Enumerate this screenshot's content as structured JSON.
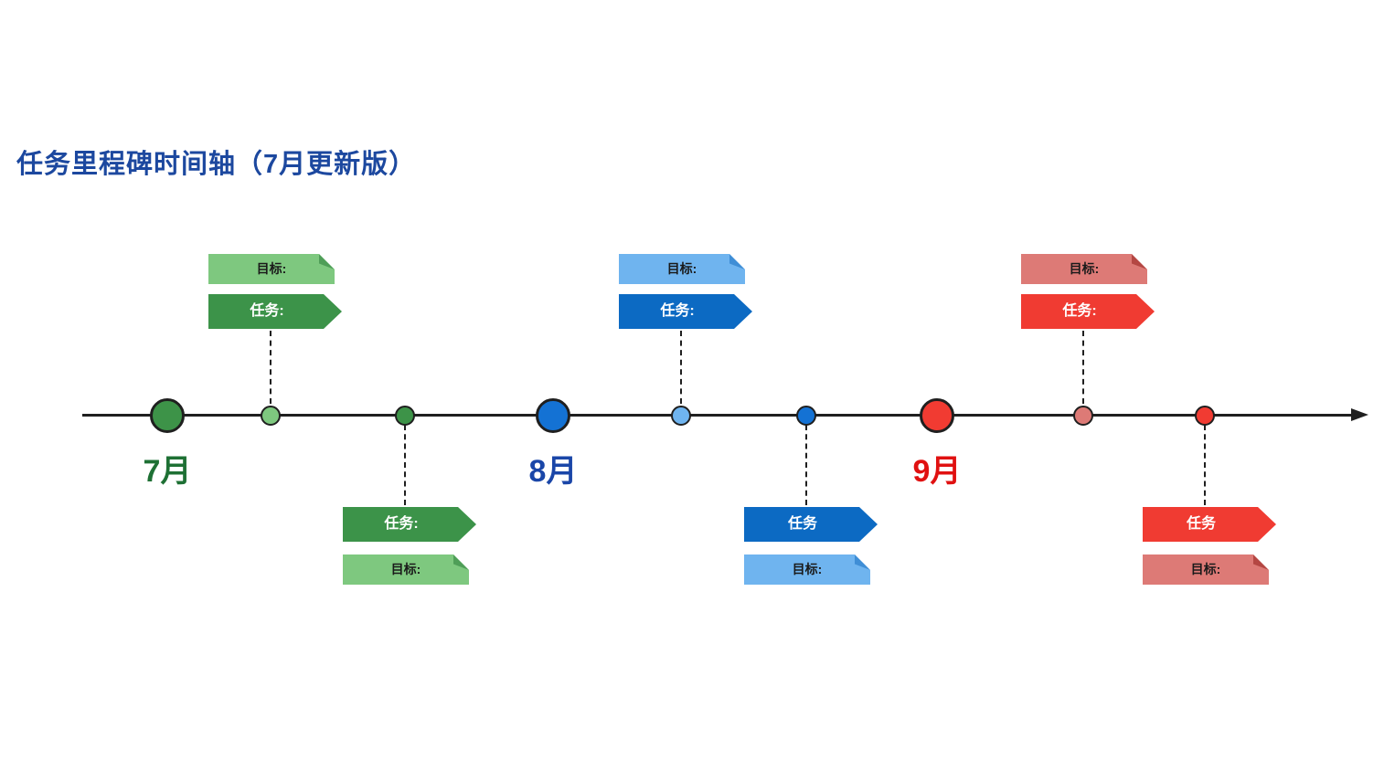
{
  "title": "任务里程碑时间轴（7月更新版）",
  "title_color": "#1c489f",
  "months": [
    {
      "label": "7月",
      "color": "#1e7034"
    },
    {
      "label": "8月",
      "color": "#1a46a8"
    },
    {
      "label": "9月",
      "color": "#e01111"
    }
  ],
  "palette": {
    "axis": "#1f1f1f",
    "green_dark": "#3c9349",
    "green_light": "#7ec87f",
    "green_fold": "#4f9e58",
    "blue_dark": "#0c6ac3",
    "blue_circle": "#1472d4",
    "blue_light": "#6fb4ef",
    "blue_fold": "#3f8ed6",
    "red": "#f03b32",
    "red_light": "#dd7a76",
    "red_fold": "#b44743"
  },
  "labels": {
    "july_above": {
      "goal": "目标:",
      "task": "任务:"
    },
    "july_below": {
      "task": "任务:",
      "goal": "目标:"
    },
    "august_above": {
      "goal": "目标:",
      "task": "任务:"
    },
    "august_below": {
      "task": "任务",
      "goal": "目标:"
    },
    "september_above": {
      "goal": "目标:",
      "task": "任务:"
    },
    "september_below": {
      "task": "任务",
      "goal": "目标:"
    }
  }
}
